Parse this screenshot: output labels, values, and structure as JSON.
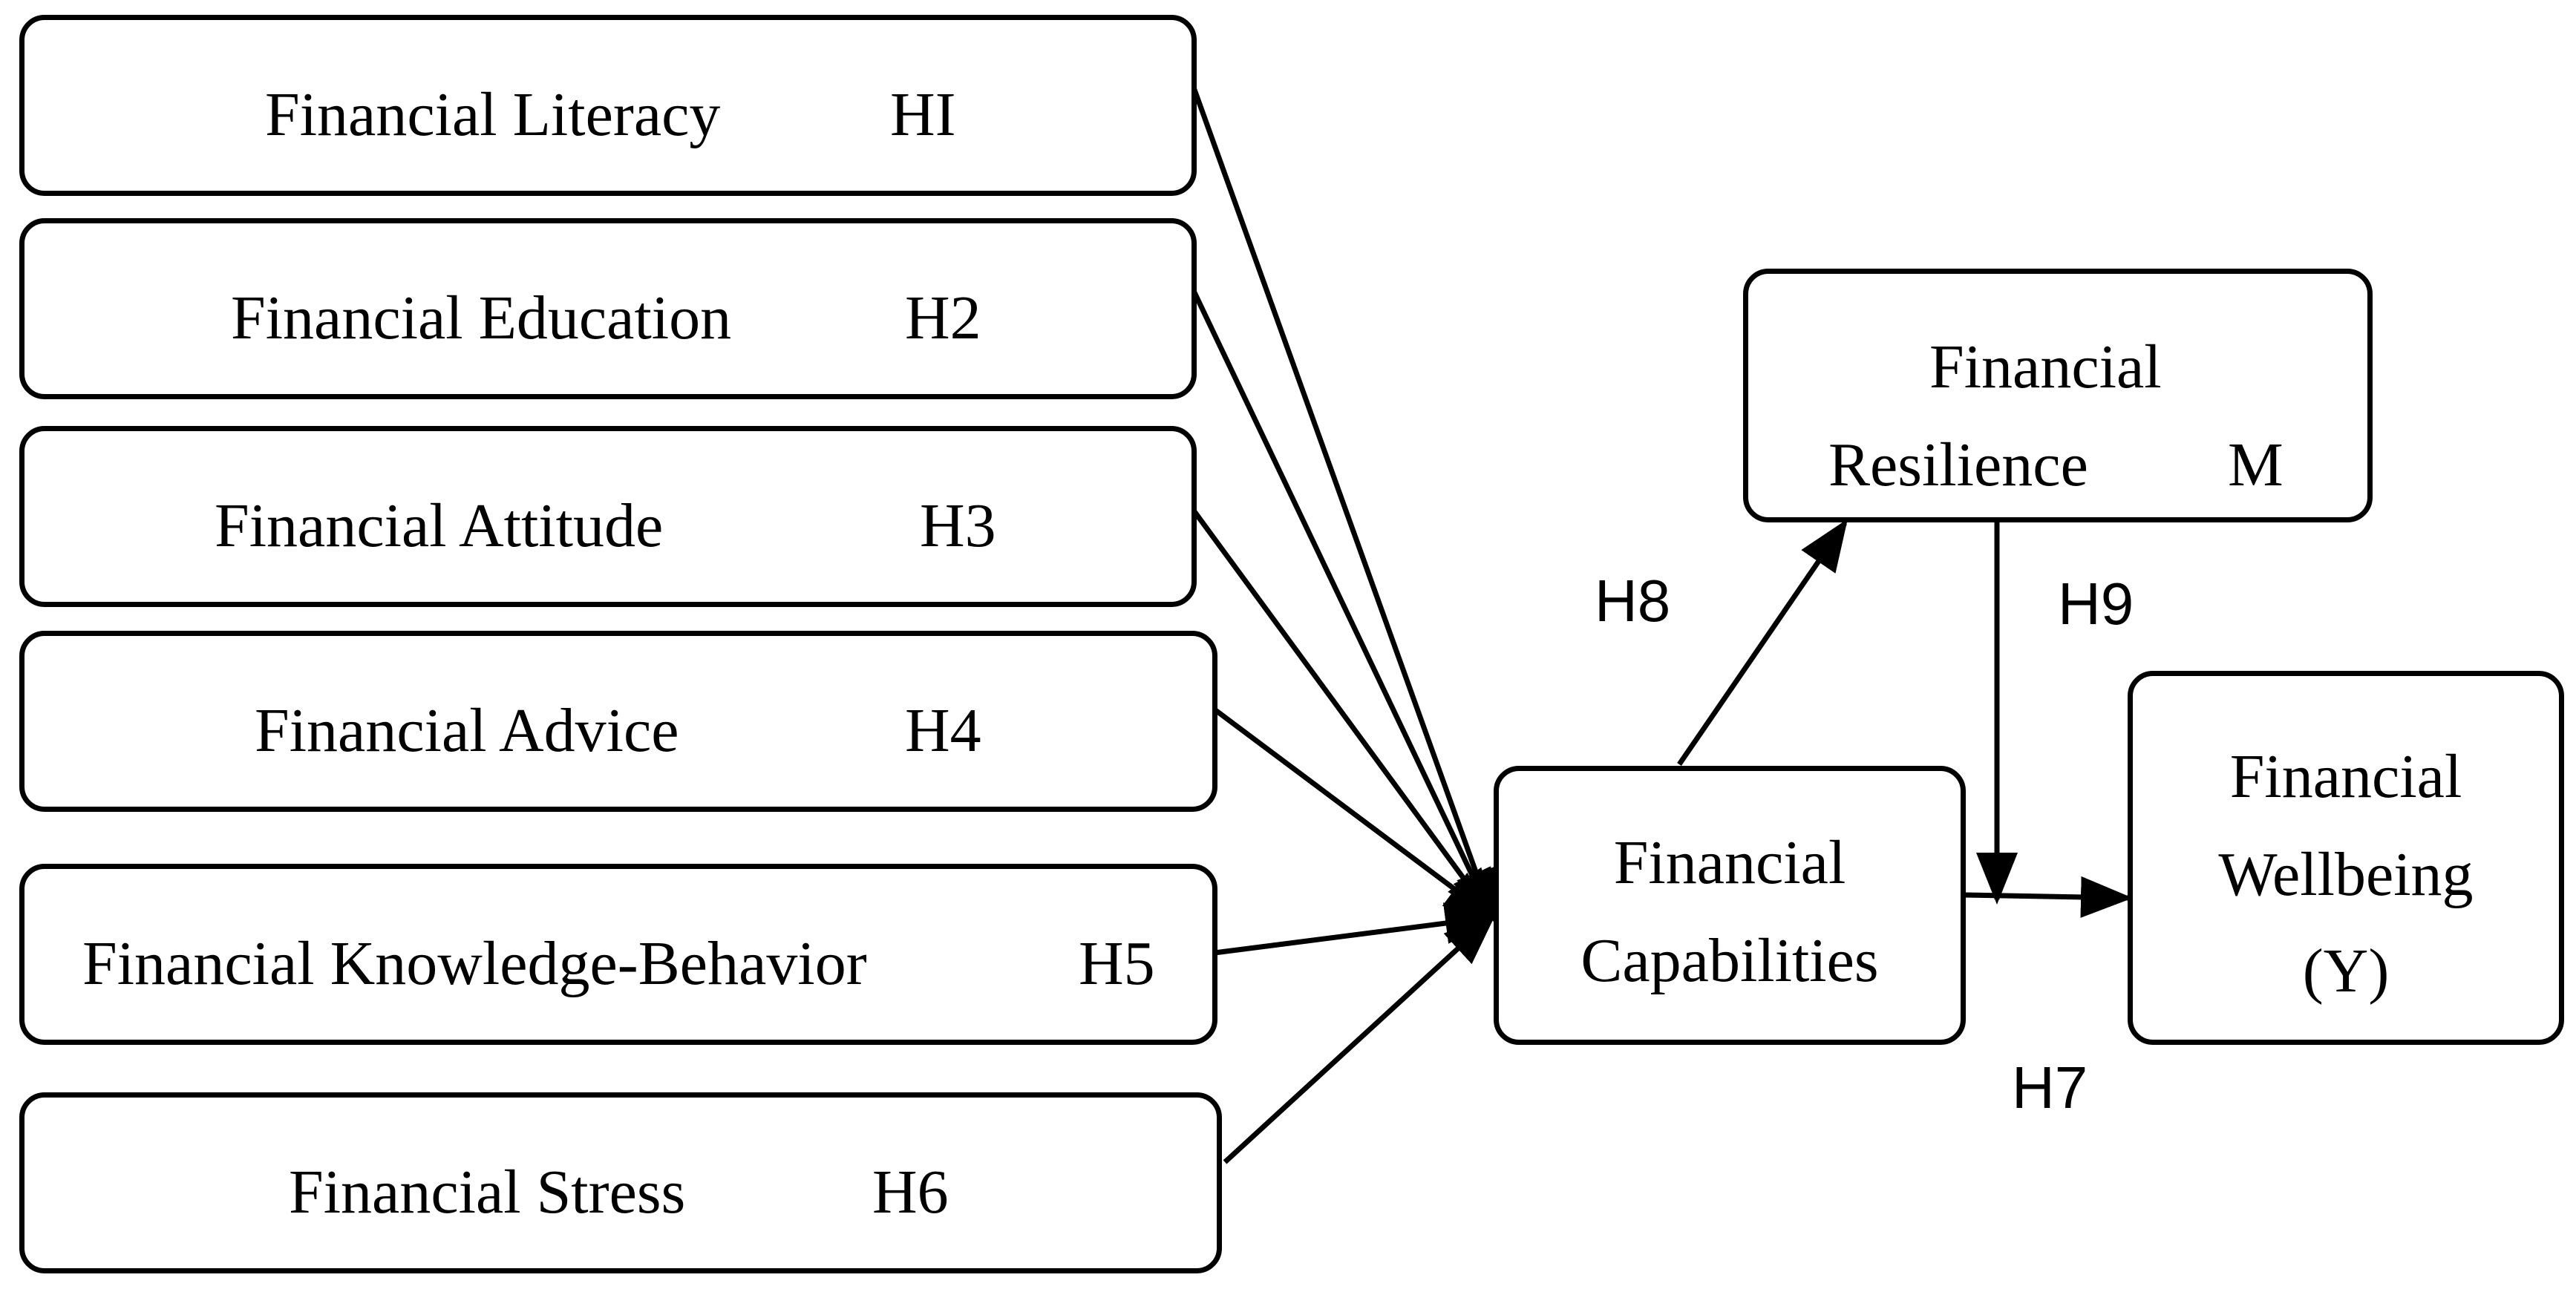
{
  "predictors": [
    {
      "label": "Financial Literacy",
      "code": "HI"
    },
    {
      "label": "Financial Education",
      "code": "H2"
    },
    {
      "label": "Financial Attitude",
      "code": "H3"
    },
    {
      "label": "Financial Advice",
      "code": "H4"
    },
    {
      "label": "Financial Knowledge-Behavior",
      "code": "H5"
    },
    {
      "label": "Financial Stress",
      "code": "H6"
    }
  ],
  "capabilities": {
    "line1": "Financial",
    "line2": "Capabilities"
  },
  "resilience": {
    "line1": "Financial",
    "line2": "Resilience",
    "code": "M"
  },
  "wellbeing": {
    "line1": "Financial",
    "line2": "Wellbeing",
    "line3": "(Y)"
  },
  "hypotheses": {
    "h7": "H7",
    "h8": "H8",
    "h9": "H9"
  }
}
